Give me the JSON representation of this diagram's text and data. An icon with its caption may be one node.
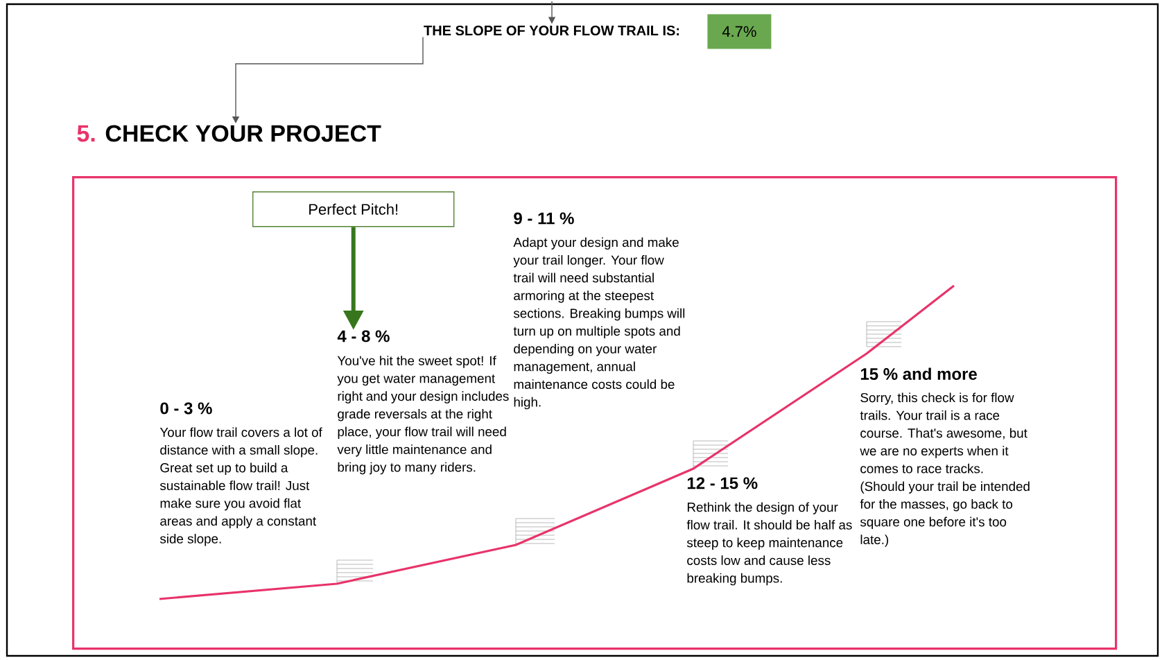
{
  "diagram": {
    "nodes": [
      {
        "text": [
          "THE SLOPE OF YOUR FLOW TRAIL IS:"
        ]
      },
      {
        "text": [
          "4.7%"
        ]
      },
      {
        "text": [
          "5.",
          "CHECK YOUR PROJECT"
        ]
      },
      {
        "text": [],
        "shape": "box"
      },
      {
        "text": [
          "Perfect Pitch!"
        ],
        "in": 3
      },
      {
        "text": [
          "4 - 8 %",
          "You've hit the sweet spot! If you get water management right and your design includes grade reversals at the right place, your flow trail will need very little maintenance and bring joy to many riders."
        ],
        "in": 3
      }
    ],
    "edges": [
      {
        "from": null,
        "to": 0,
        "arrow": "to"
      },
      {
        "from": 0,
        "to": 2,
        "arrow": "to"
      },
      {
        "from": 4,
        "to": 5,
        "arrow": "to",
        "style": "thick",
        "color": "#38761d"
      }
    ],
    "labels": [
      "0 - 3 %",
      "Your flow trail covers a lot of distance with a small slope. Great set up to build a sustainable flow trail! Just make sure you avoid flat areas and apply a constant side slope.",
      "9 - 11 %",
      "Adapt your design and make your trail longer. Your flow trail will need substantial armoring at the steepest sections. Breaking bumps will turn up on multiple spots and depending on your water management, annual maintenance costs could be high.",
      "12 - 15 %",
      "Rethink the design of your flow trail. It should be half as steep to keep maintenance costs low and cause less breaking bumps.",
      "15 % and more",
      "Sorry, this check is for flow trails. Your trail is a race course. That's awesome, but we are no experts when it comes to race tracks. (Should your trail be intended for the masses, go back to square one before it's too late.)"
    ]
  }
}
